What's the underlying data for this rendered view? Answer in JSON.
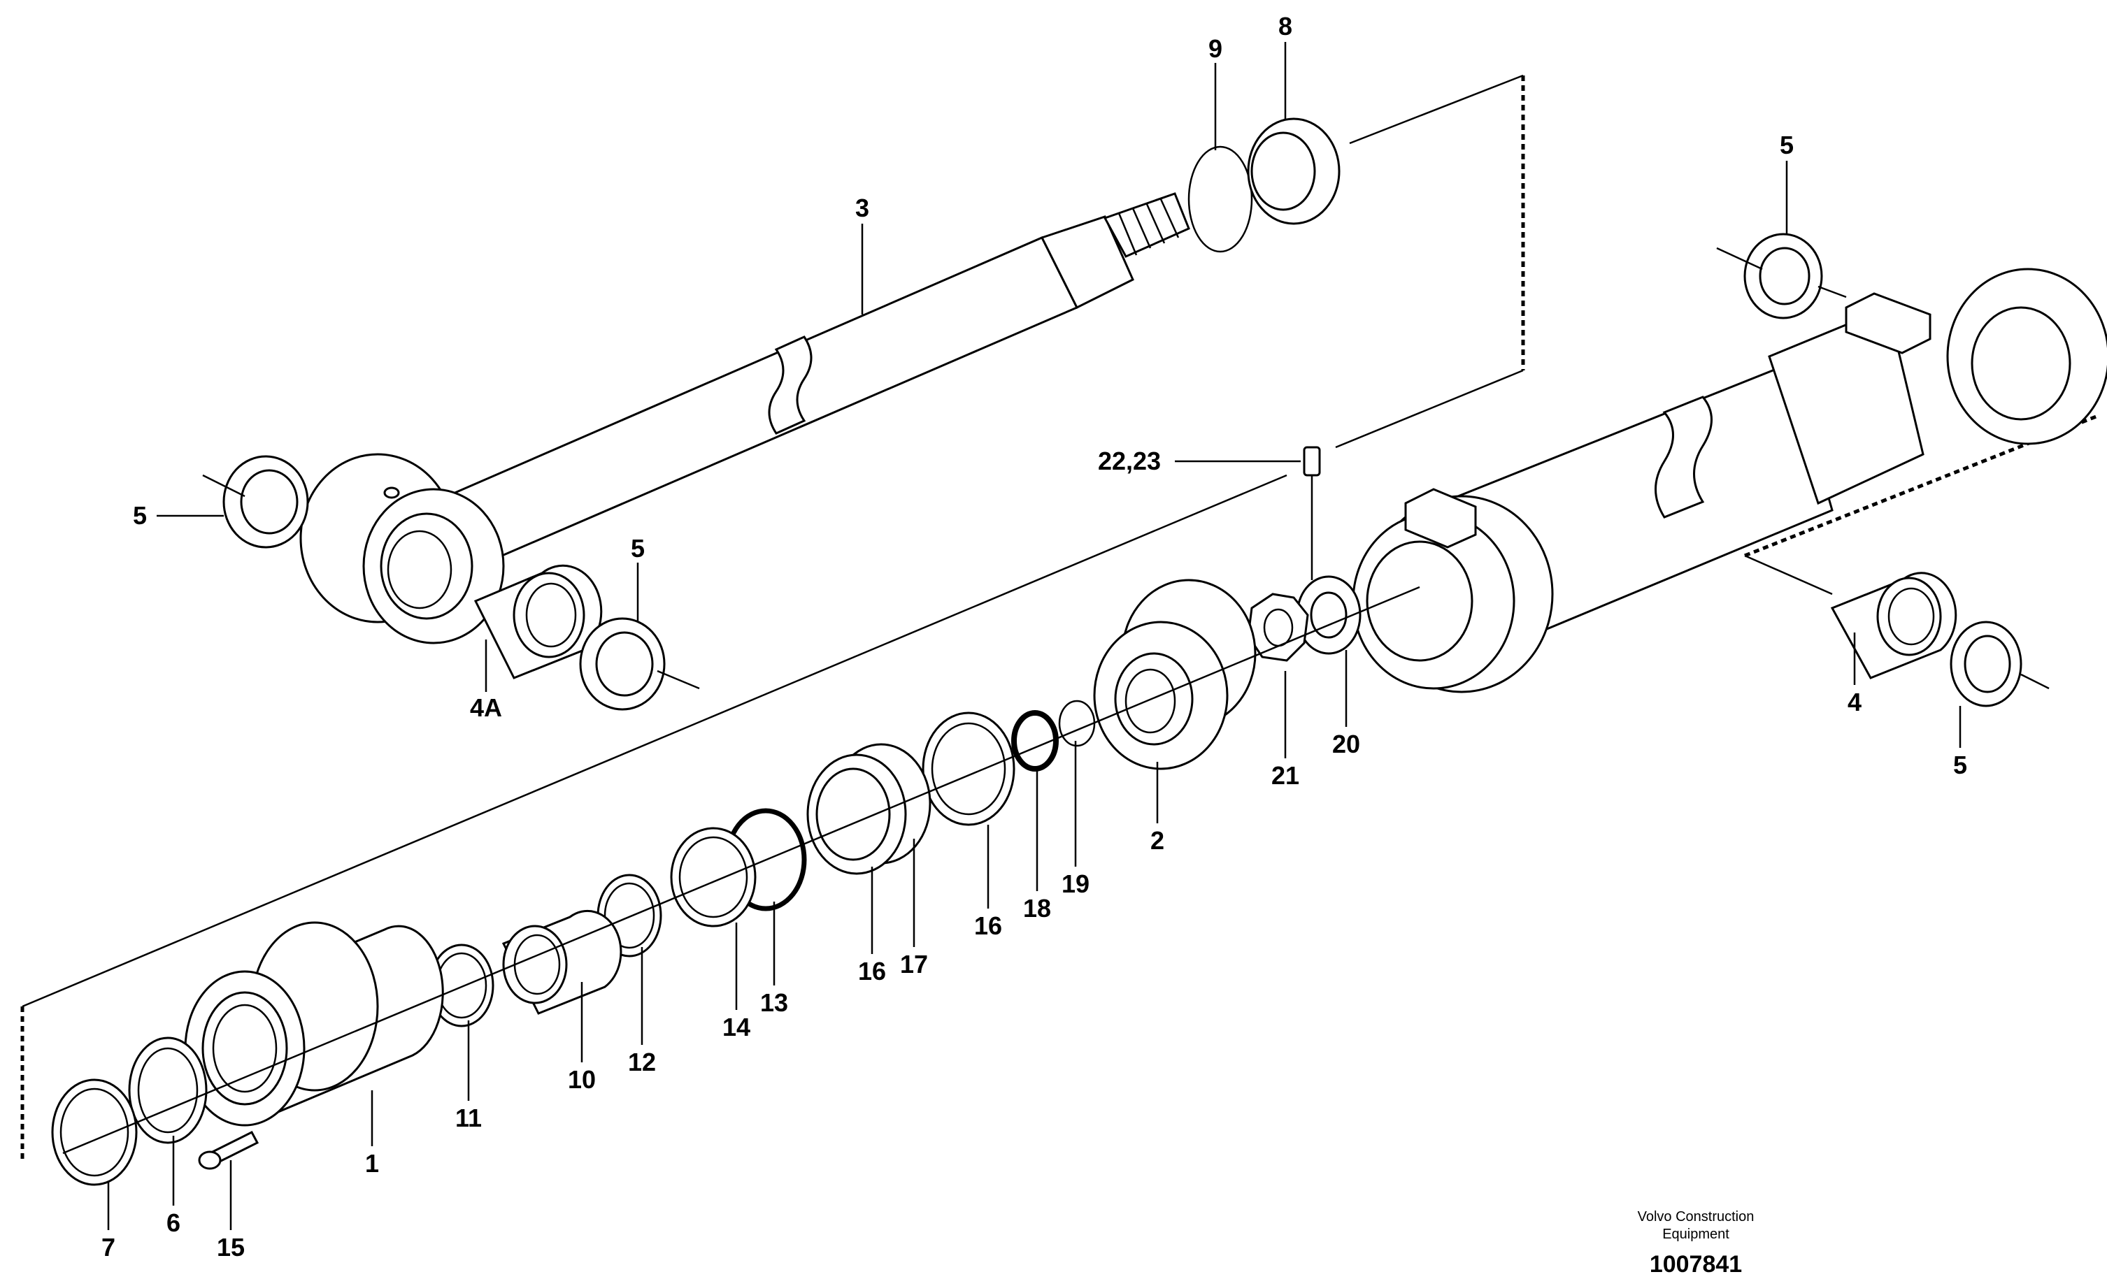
{
  "callouts": {
    "c1": "1",
    "c2": "2",
    "c3": "3",
    "c4": "4",
    "c4a": "4A",
    "c5a": "5",
    "c5b": "5",
    "c5c": "5",
    "c5d": "5",
    "c6": "6",
    "c7": "7",
    "c8": "8",
    "c9": "9",
    "c10": "10",
    "c11": "11",
    "c12": "12",
    "c13": "13",
    "c14": "14",
    "c15": "15",
    "c16a": "16",
    "c16b": "16",
    "c17": "17",
    "c18": "18",
    "c19": "19",
    "c20": "20",
    "c21": "21",
    "c2223": "22,23"
  },
  "caption": {
    "company_line1": "Volvo Construction",
    "company_line2": "Equipment",
    "drawing_number": "1007841"
  }
}
